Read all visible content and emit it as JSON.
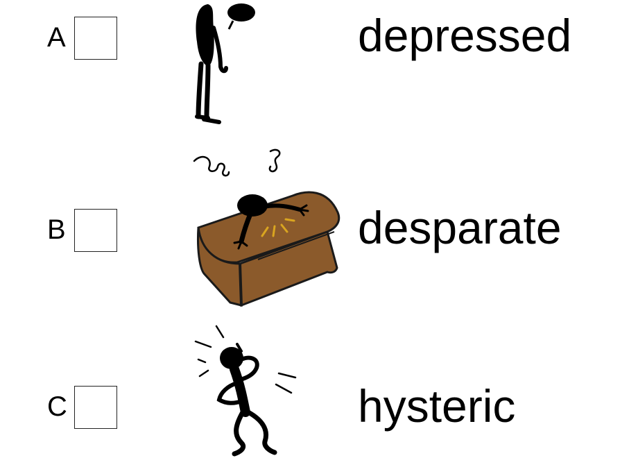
{
  "options": [
    {
      "letter": "A",
      "word": "depressed",
      "icon": "slumped-figure-icon"
    },
    {
      "letter": "B",
      "word": "desparate",
      "icon": "figure-on-desk-icon"
    },
    {
      "letter": "C",
      "word": "hysteric",
      "icon": "hysterical-figure-icon"
    }
  ],
  "colors": {
    "desk": "#8B5A2B",
    "desk_edge": "#1a1a1a",
    "figure": "#000000",
    "impact_marks": "#D9A520"
  }
}
